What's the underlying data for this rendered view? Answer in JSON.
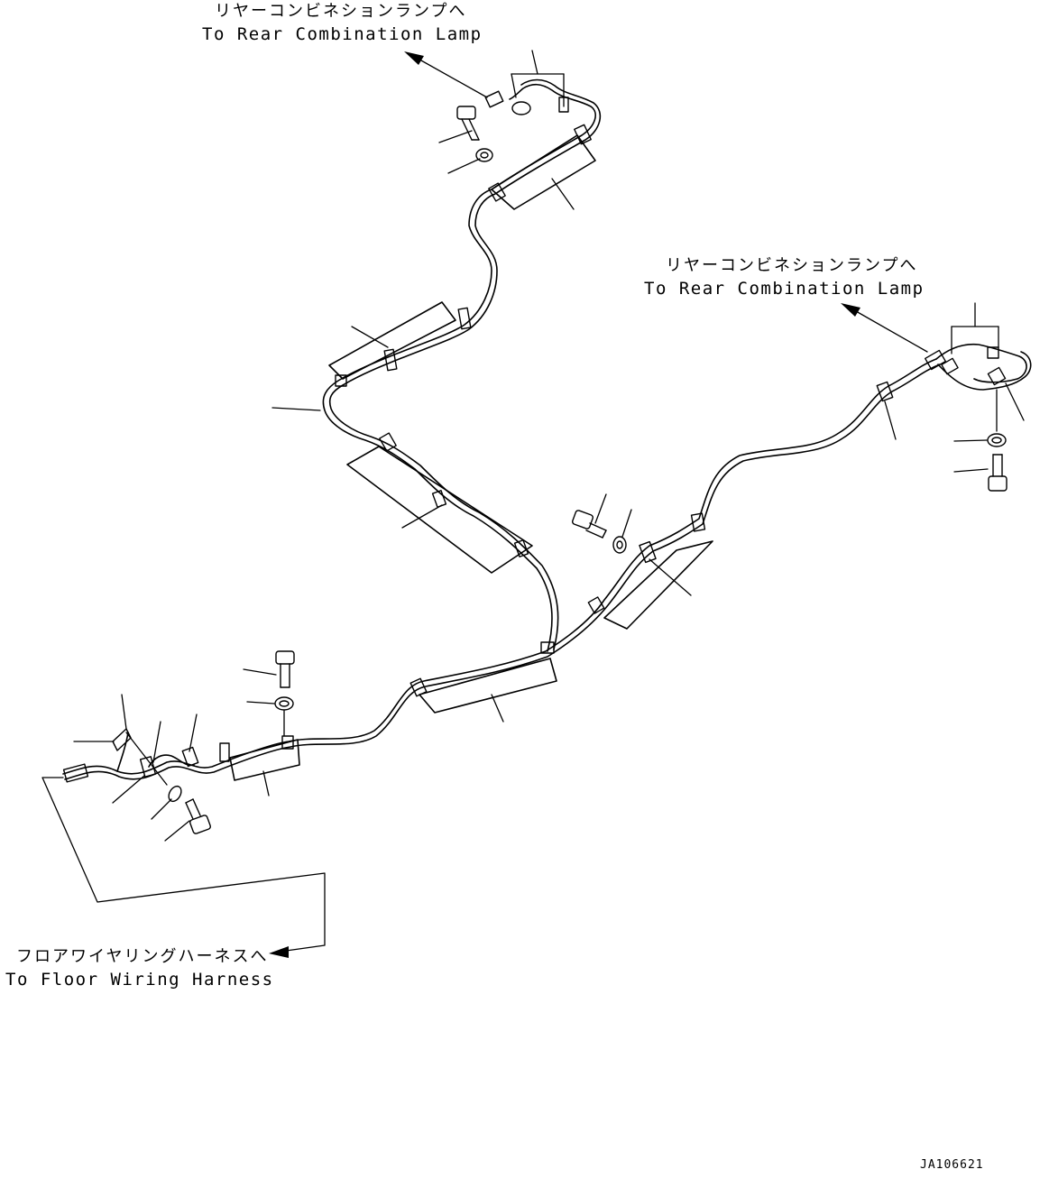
{
  "labels": {
    "rear_lamp_top": {
      "jp": "リヤーコンビネションランプへ",
      "en": "To Rear Combination Lamp"
    },
    "rear_lamp_right": {
      "jp": "リヤーコンビネションランプへ",
      "en": "To Rear Combination Lamp"
    },
    "floor_harness": {
      "jp": "フロアワイヤリングハーネスへ",
      "en": "To Floor Wiring Harness"
    }
  },
  "drawing_code": "JA106621"
}
